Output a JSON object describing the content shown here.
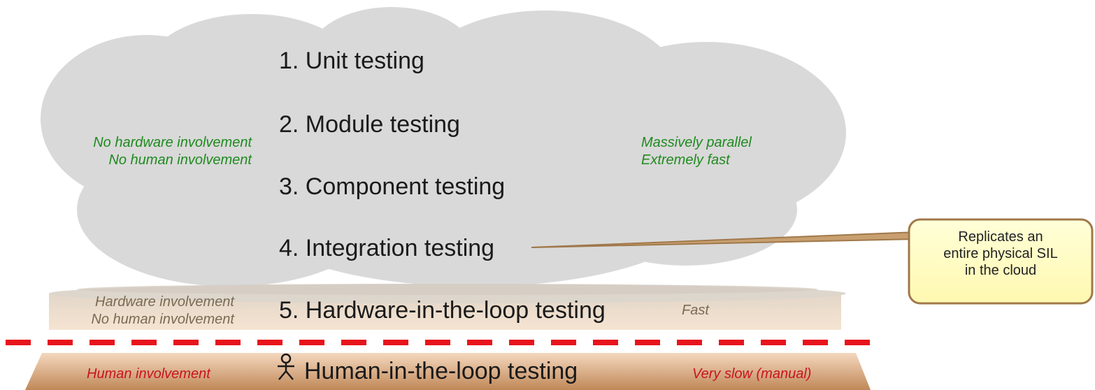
{
  "levels": [
    "1. Unit testing",
    "2. Module testing",
    "3. Component testing",
    "4. Integration testing",
    "5. Hardware-in-the-loop testing",
    "Human-in-the-loop testing"
  ],
  "cloud": {
    "left_note": [
      "No hardware involvement",
      "No human involvement"
    ],
    "right_note": [
      "Massively parallel",
      "Extremely fast"
    ]
  },
  "hil": {
    "left_note": [
      "Hardware involvement",
      "No human involvement"
    ],
    "right_note": "Fast"
  },
  "human": {
    "left_note": "Human involvement",
    "right_note": "Very slow (manual)",
    "icon": "person-icon"
  },
  "callout": [
    "Replicates an",
    "entire physical SIL",
    "in the cloud"
  ],
  "colors": {
    "cloud_fill": "#d9d9d9",
    "green_text": "#1f8a1f",
    "red_dash": "#e8141c",
    "red_text": "#c8141e",
    "callout_fill": "#ffffc8",
    "callout_border": "#a0784a",
    "base_fill": "#c8966a"
  }
}
